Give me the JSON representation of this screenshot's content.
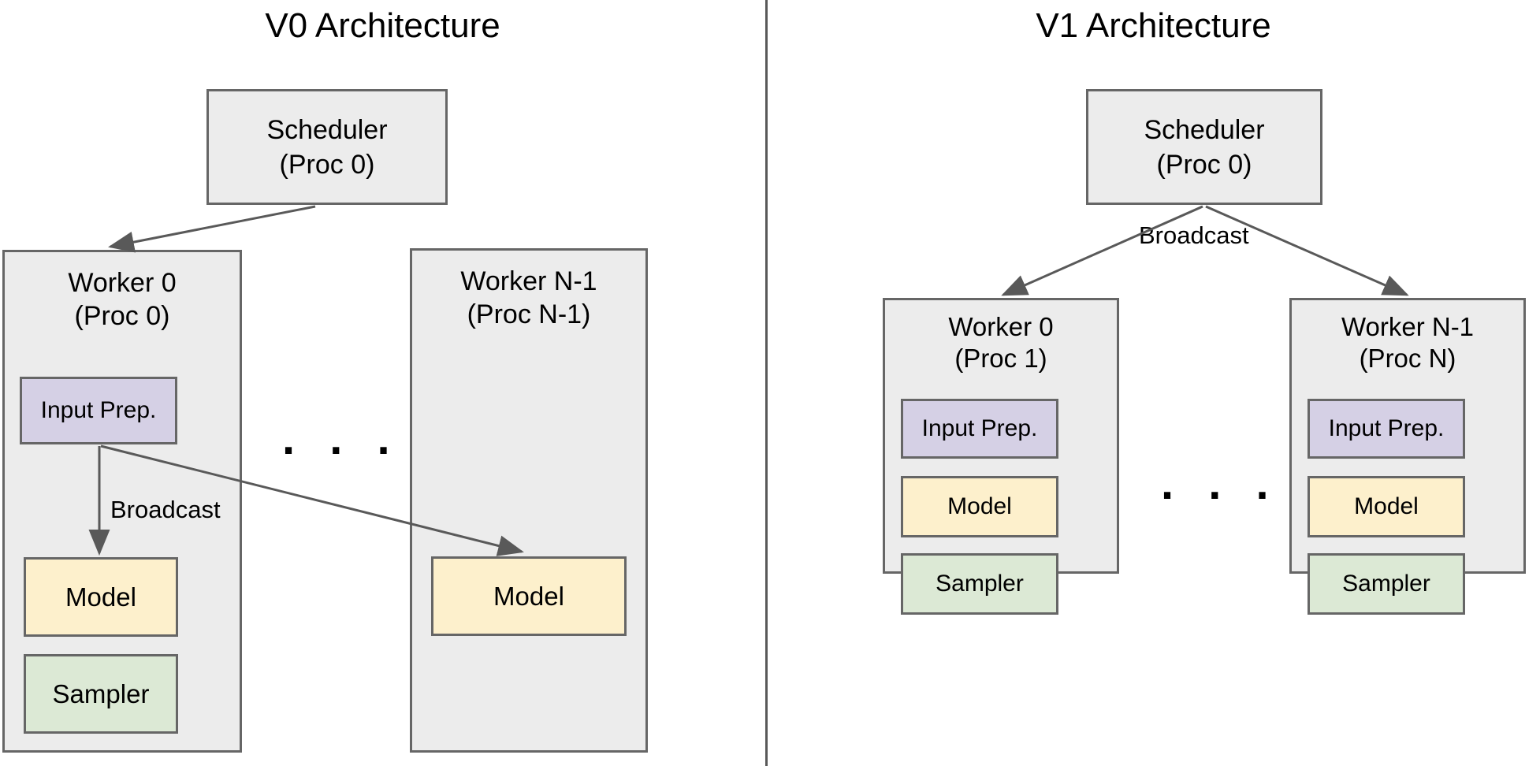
{
  "panels": [
    {
      "id": "v0",
      "title": "V0 Architecture",
      "scheduler": {
        "label": "Scheduler\n(Proc 0)"
      },
      "broadcast_label": "Broadcast",
      "ellipsis": ". . .",
      "workers": [
        {
          "title": "Worker 0\n(Proc 0)",
          "components": [
            {
              "name": "input-prep",
              "label": "Input Prep.",
              "color": "#d5d0e5"
            },
            {
              "name": "model",
              "label": "Model",
              "color": "#fdf0cc"
            },
            {
              "name": "sampler",
              "label": "Sampler",
              "color": "#dce9d5"
            }
          ]
        },
        {
          "title": "Worker N-1\n(Proc N-1)",
          "components": [
            {
              "name": "model",
              "label": "Model",
              "color": "#fdf0cc"
            }
          ]
        }
      ]
    },
    {
      "id": "v1",
      "title": "V1 Architecture",
      "scheduler": {
        "label": "Scheduler\n(Proc 0)"
      },
      "broadcast_label": "Broadcast",
      "ellipsis": ". . .",
      "workers": [
        {
          "title": "Worker 0\n(Proc 1)",
          "components": [
            {
              "name": "input-prep",
              "label": "Input Prep.",
              "color": "#d5d0e5"
            },
            {
              "name": "model",
              "label": "Model",
              "color": "#fdf0cc"
            },
            {
              "name": "sampler",
              "label": "Sampler",
              "color": "#dce9d5"
            }
          ]
        },
        {
          "title": "Worker N-1\n(Proc N)",
          "components": [
            {
              "name": "input-prep",
              "label": "Input Prep.",
              "color": "#d5d0e5"
            },
            {
              "name": "model",
              "label": "Model",
              "color": "#fdf0cc"
            },
            {
              "name": "sampler",
              "label": "Sampler",
              "color": "#dce9d5"
            }
          ]
        }
      ]
    }
  ],
  "colors": {
    "box_fill": "#ececec",
    "box_border": "#666666",
    "input_prep": "#d5d0e5",
    "model": "#fdf0cc",
    "sampler": "#dce9d5",
    "arrow": "#595959",
    "divider": "#595959"
  }
}
